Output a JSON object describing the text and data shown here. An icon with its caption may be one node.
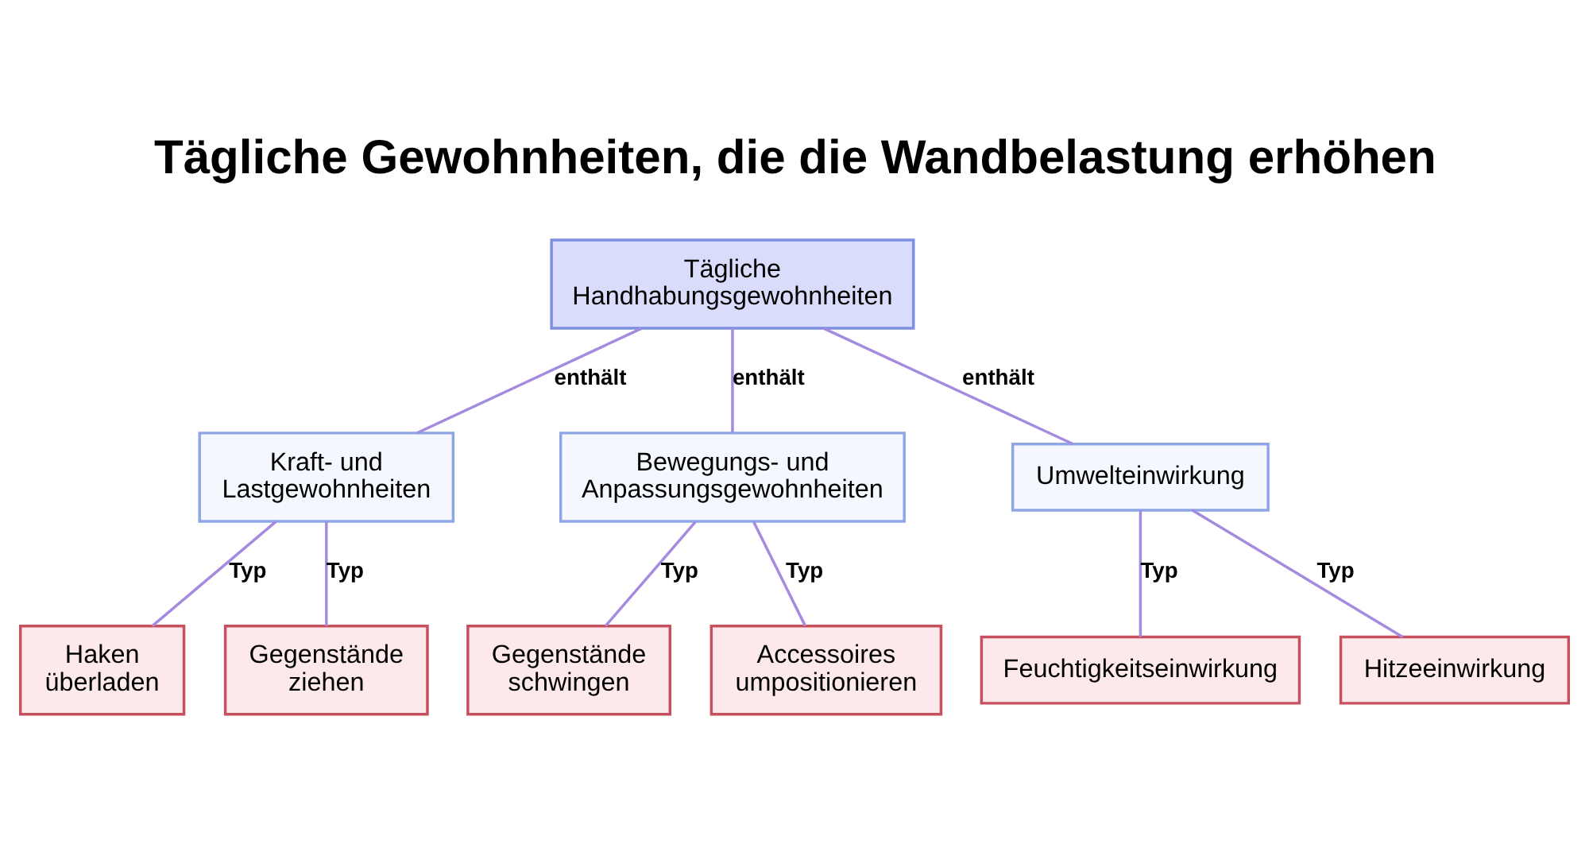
{
  "diagram": {
    "title": "Tägliche Gewohnheiten, die die Wandbelastung erhöhen",
    "nodes": [
      {
        "text": [
          "Tägliche Handhabungsgewohnheiten"
        ]
      },
      {
        "text": [
          "Kraft- und Lastgewohnheiten"
        ]
      },
      {
        "text": [
          "Bewegungs- und Anpassungsgewohnheiten"
        ]
      },
      {
        "text": [
          "Umwelteinwirkung"
        ]
      },
      {
        "text": [
          "Haken überladen"
        ]
      },
      {
        "text": [
          "Gegenstände ziehen"
        ]
      },
      {
        "text": [
          "Gegenstände schwingen"
        ]
      },
      {
        "text": [
          "Accessoires umpositionieren"
        ]
      },
      {
        "text": [
          "Feuchtigkeitseinwirkung"
        ]
      },
      {
        "text": [
          "Hitzeeinwirkung"
        ]
      }
    ],
    "edges": [
      {
        "from": 0,
        "to": 1,
        "arrow": "none",
        "label": "enthält"
      },
      {
        "from": 0,
        "to": 2,
        "arrow": "none",
        "label": "enthält"
      },
      {
        "from": 0,
        "to": 3,
        "arrow": "none",
        "label": "enthält"
      },
      {
        "from": 1,
        "to": 4,
        "arrow": "none",
        "label": "Typ"
      },
      {
        "from": 1,
        "to": 5,
        "arrow": "none",
        "label": "Typ"
      },
      {
        "from": 2,
        "to": 6,
        "arrow": "none",
        "label": "Typ"
      },
      {
        "from": 2,
        "to": 7,
        "arrow": "none",
        "label": "Typ"
      },
      {
        "from": 3,
        "to": 8,
        "arrow": "none",
        "label": "Typ"
      },
      {
        "from": 3,
        "to": 9,
        "arrow": "none",
        "label": "Typ"
      }
    ]
  }
}
